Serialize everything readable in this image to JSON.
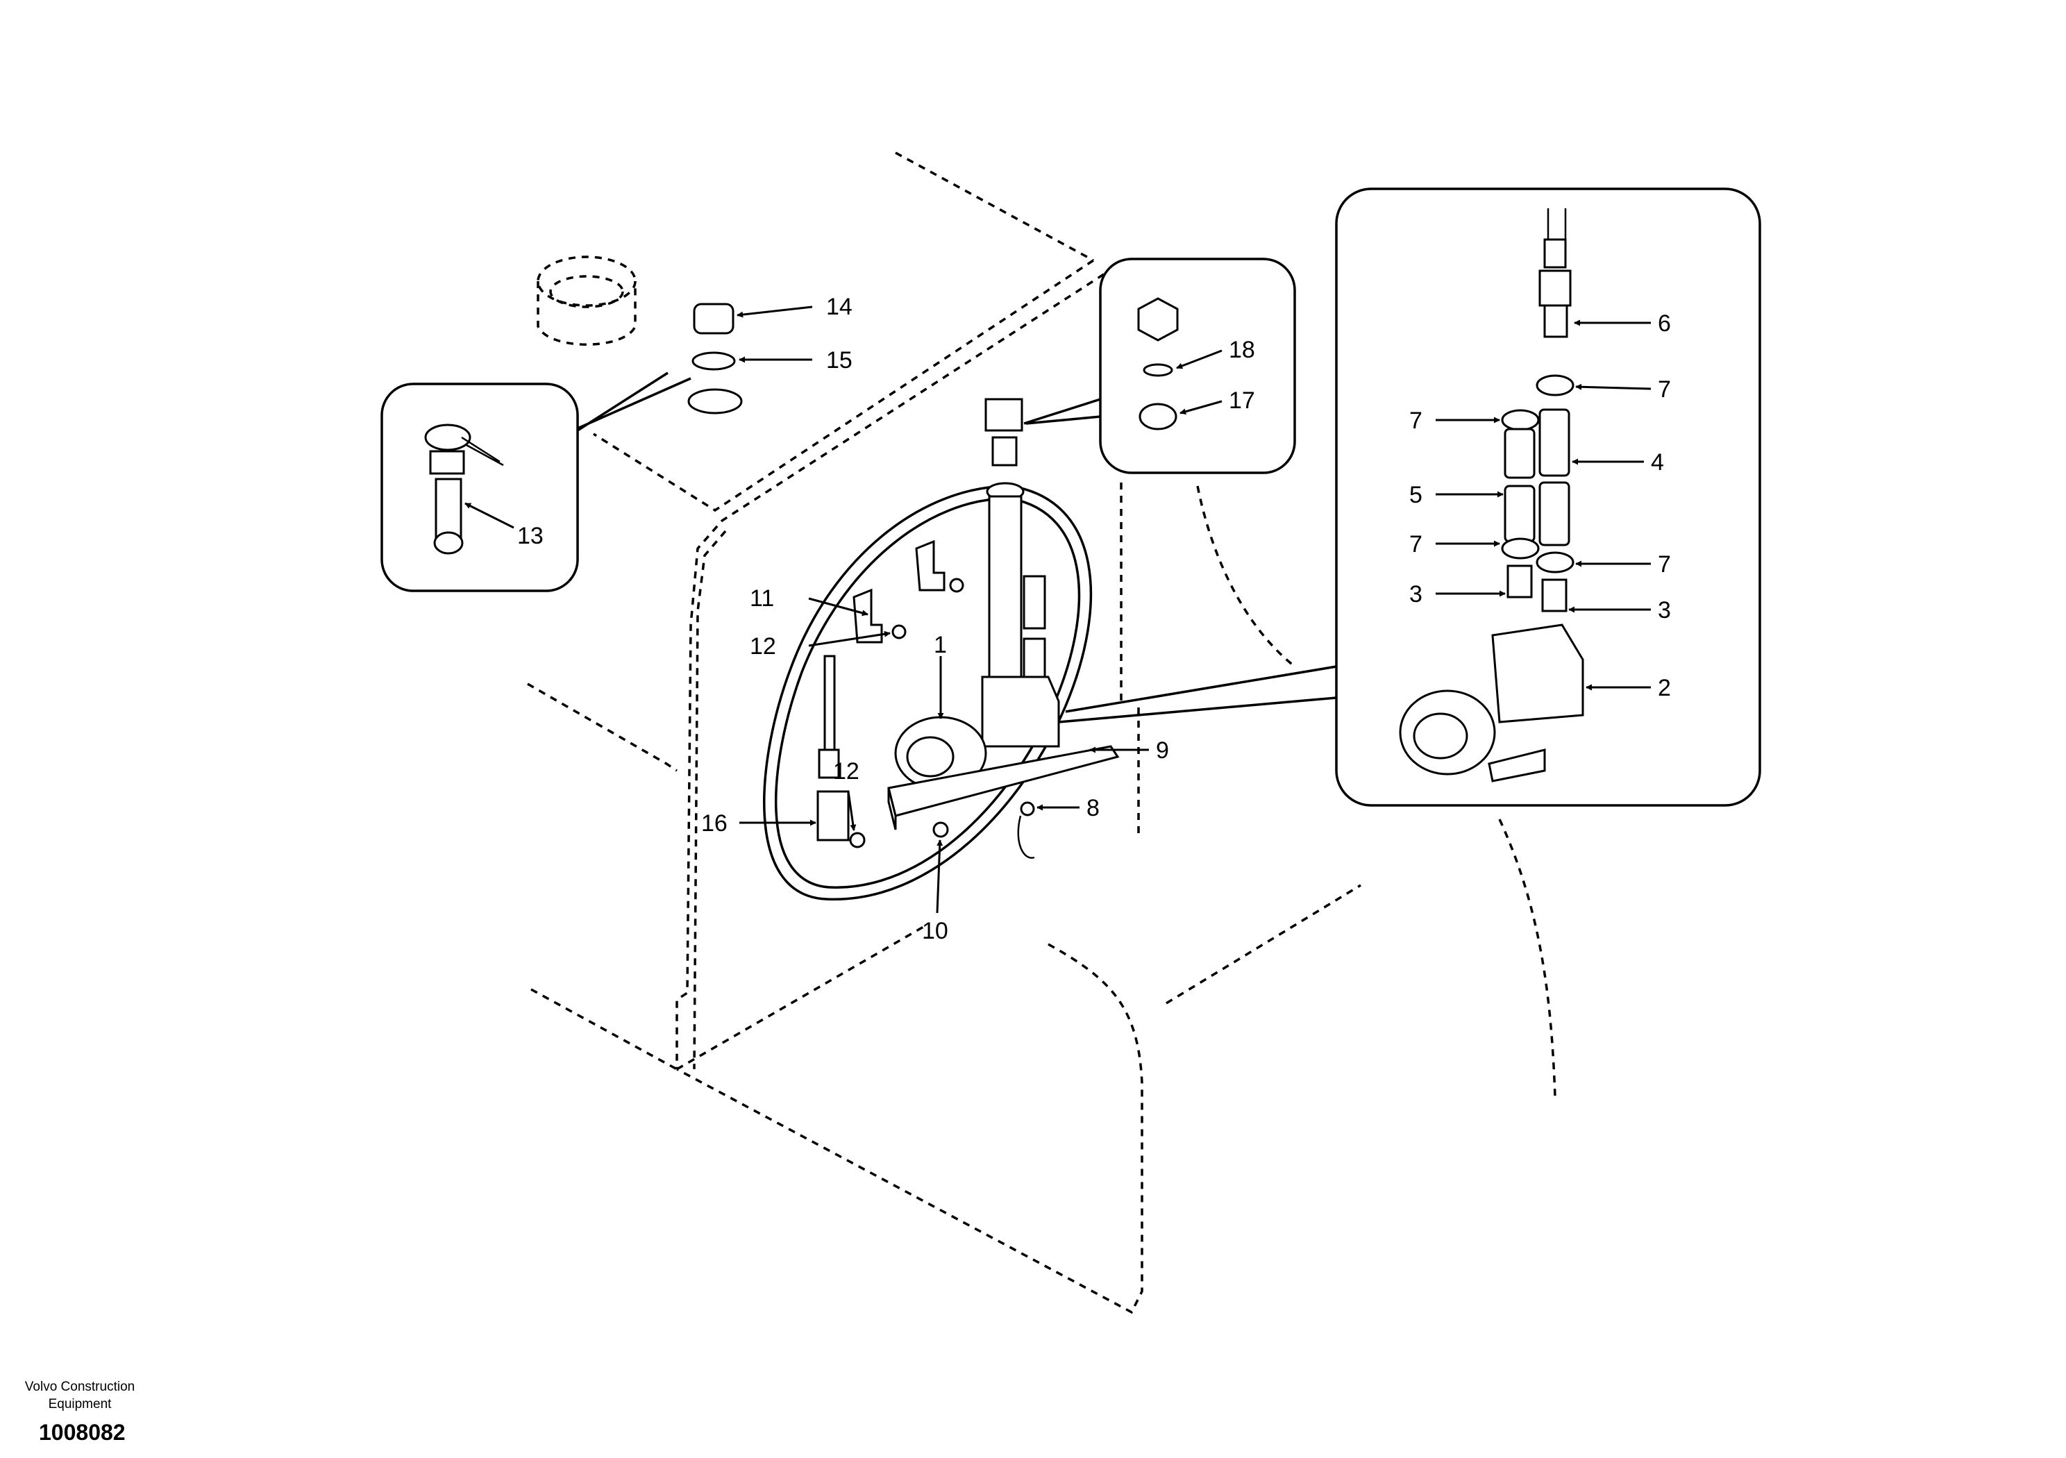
{
  "drawing": {
    "maker": "Volvo Construction\nEquipment",
    "maker_line1": "Volvo Construction",
    "maker_line2": "Equipment",
    "drawing_number": "1008082"
  },
  "callouts": [
    {
      "id": "c1",
      "label": "1"
    },
    {
      "id": "c2",
      "label": "2"
    },
    {
      "id": "c3a",
      "label": "3"
    },
    {
      "id": "c3b",
      "label": "3"
    },
    {
      "id": "c4",
      "label": "4"
    },
    {
      "id": "c5",
      "label": "5"
    },
    {
      "id": "c6",
      "label": "6"
    },
    {
      "id": "c7a",
      "label": "7"
    },
    {
      "id": "c7b",
      "label": "7"
    },
    {
      "id": "c7c",
      "label": "7"
    },
    {
      "id": "c7d",
      "label": "7"
    },
    {
      "id": "c8",
      "label": "8"
    },
    {
      "id": "c9",
      "label": "9"
    },
    {
      "id": "c10",
      "label": "10"
    },
    {
      "id": "c11",
      "label": "11"
    },
    {
      "id": "c12a",
      "label": "12"
    },
    {
      "id": "c12b",
      "label": "12"
    },
    {
      "id": "c13",
      "label": "13"
    },
    {
      "id": "c14",
      "label": "14"
    },
    {
      "id": "c15",
      "label": "15"
    },
    {
      "id": "c16",
      "label": "16"
    },
    {
      "id": "c17",
      "label": "17"
    },
    {
      "id": "c18",
      "label": "18"
    }
  ]
}
